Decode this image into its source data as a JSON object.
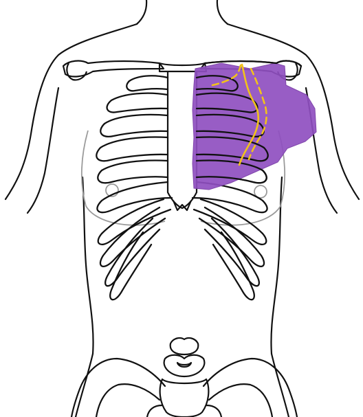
{
  "colors": {
    "background": "#ffffff",
    "outline": "#111111",
    "breast_outline": "#9a9a9a",
    "highlight_fill": "#8f4fc0",
    "highlight_edge": "#7f45aa",
    "dashed_line": "#f2c21a"
  },
  "figure": {
    "subject": "anterior-torso-skeleton",
    "highlighted_region": "upper-left-chest-ribs",
    "marker_style": "dashed-yellow-lines"
  }
}
